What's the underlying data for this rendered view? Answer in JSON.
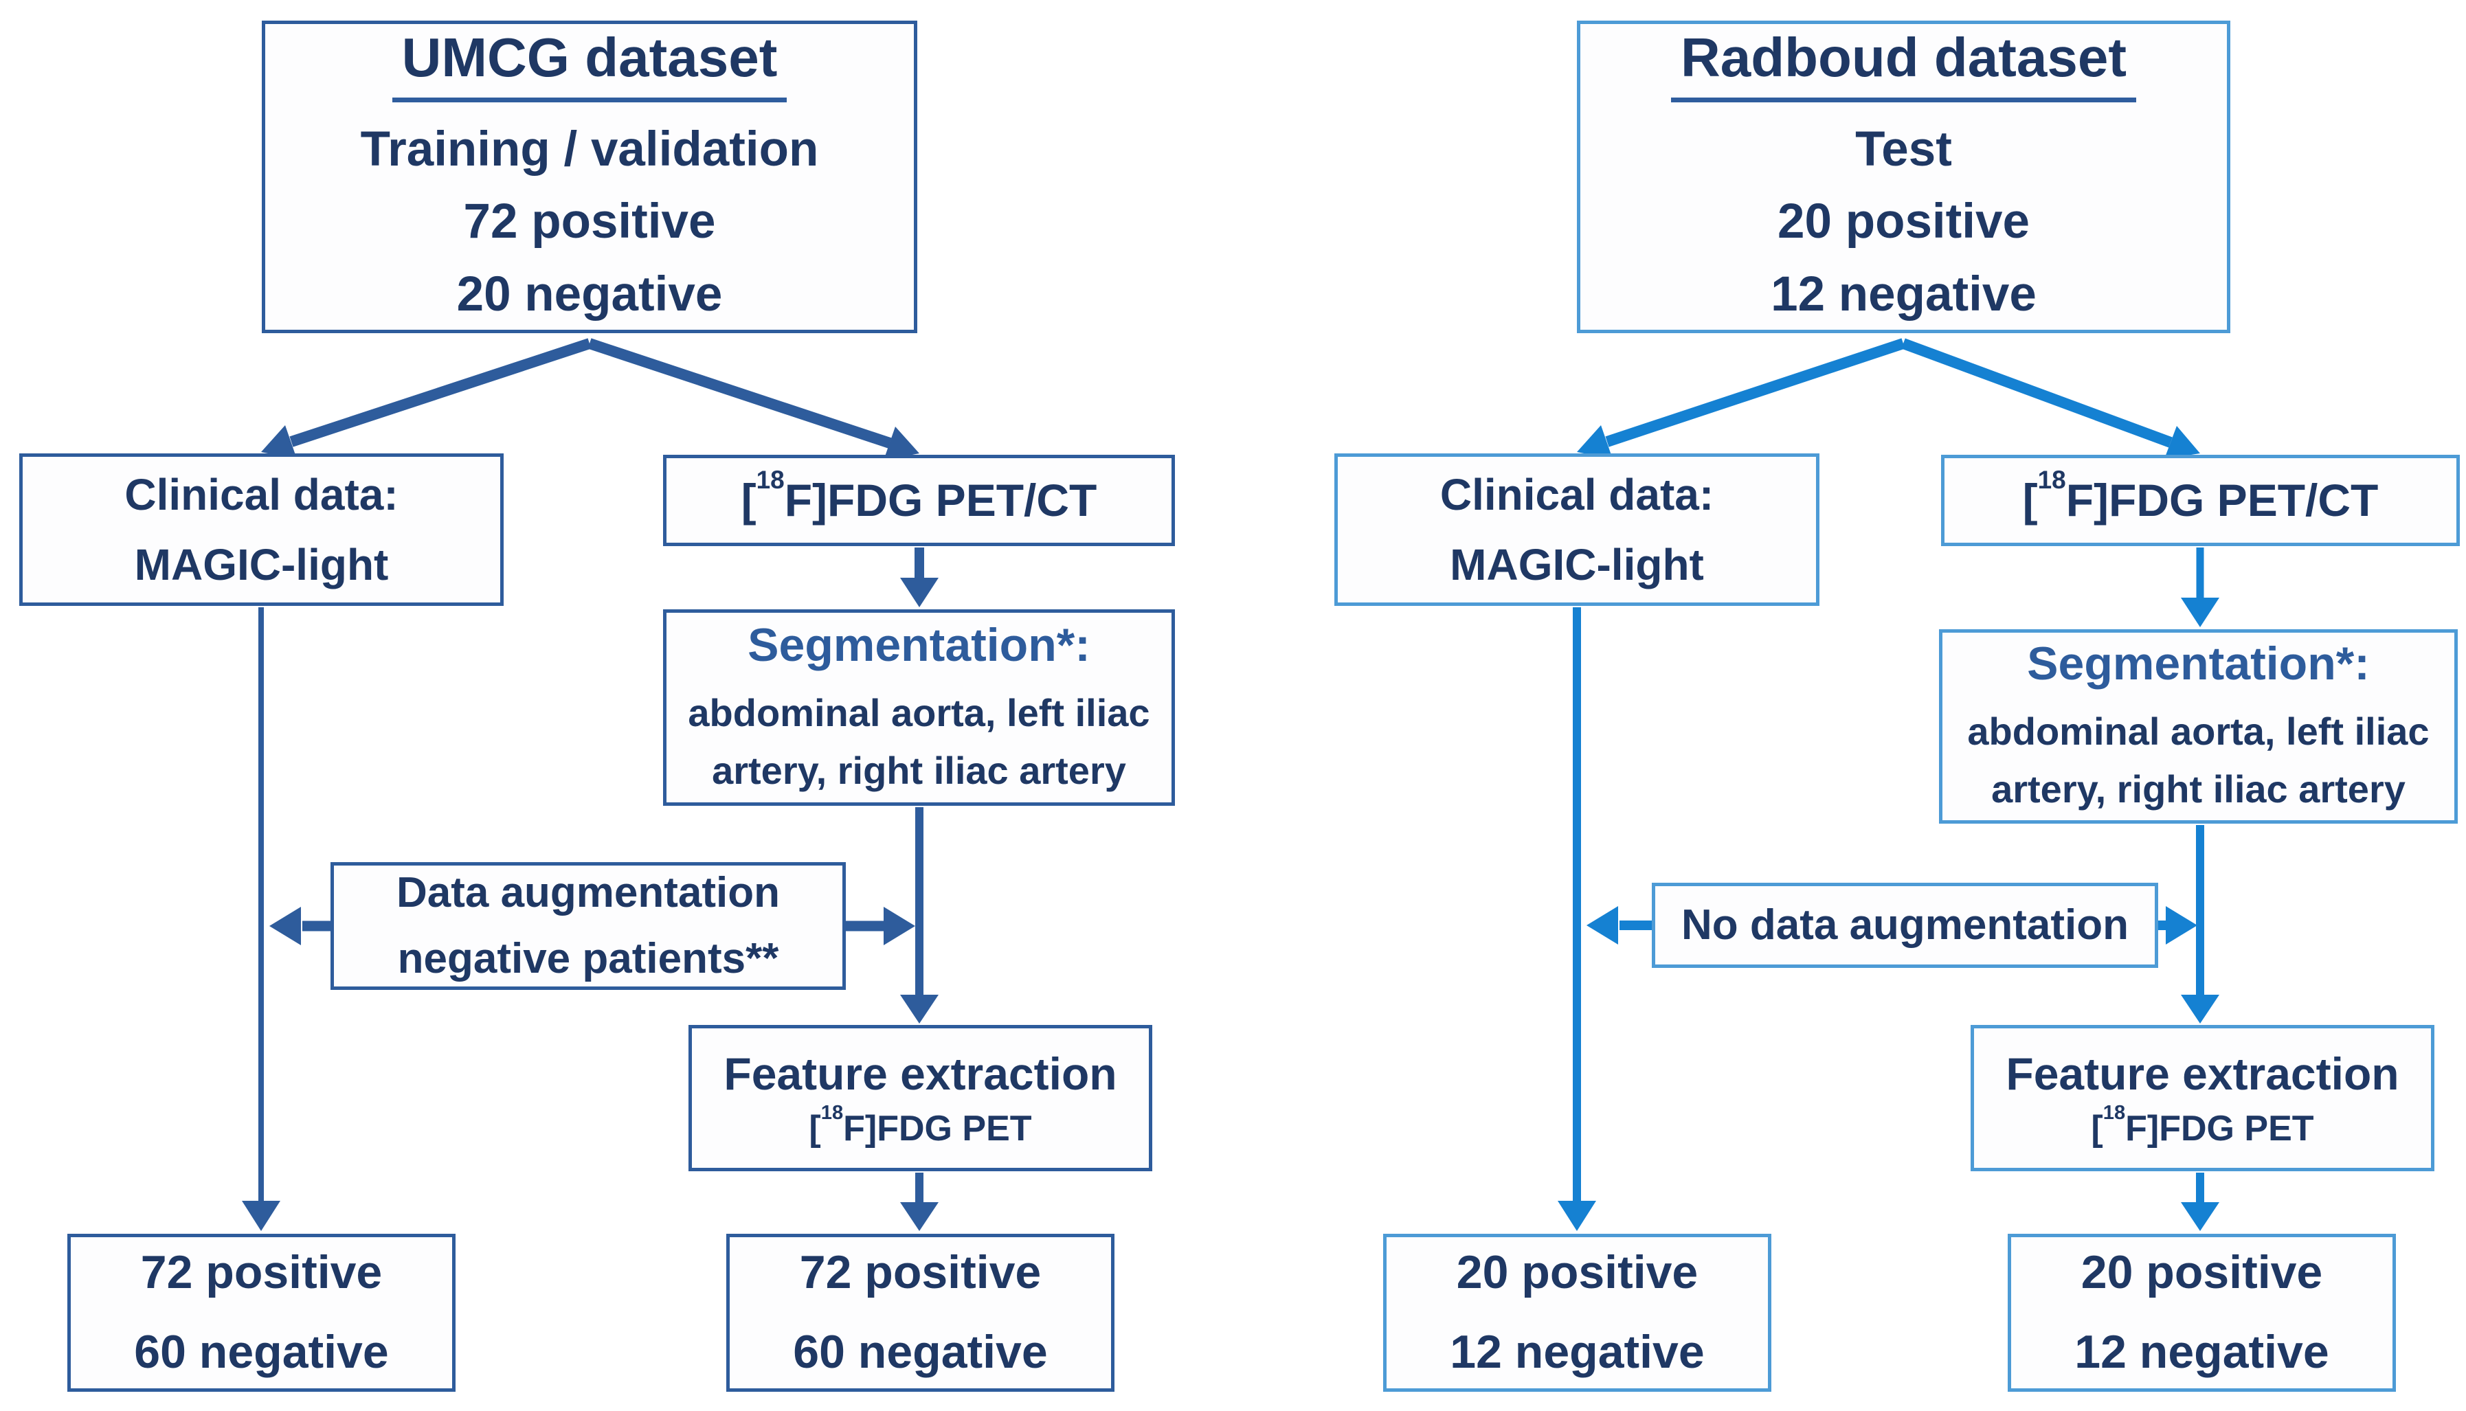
{
  "background": "#ffffff",
  "text_color": "#1F3864",
  "left": {
    "accent": "#2E5C9C",
    "dataset": {
      "title": "UMCG dataset",
      "subtitle": "Training / validation",
      "line2": "72 positive",
      "line3": "20 negative"
    },
    "clinical": {
      "line1": "Clinical data:",
      "line2": "MAGIC-light"
    },
    "pet": {
      "pre": "[",
      "sup": "18",
      "post": "F]FDG PET/CT"
    },
    "segmentation": {
      "heading": "Segmentation*:",
      "line1": "abdominal aorta, left iliac",
      "line2": "artery, right iliac artery"
    },
    "augmentation": {
      "line1": "Data augmentation",
      "line2": "negative patients**"
    },
    "feature": {
      "title": "Feature extraction",
      "pre": "[",
      "sup": "18",
      "post": "F]FDG PET"
    },
    "outcome_clinical": {
      "line1": "72 positive",
      "line2": "60 negative"
    },
    "outcome_imaging": {
      "line1": "72 positive",
      "line2": "60 negative"
    }
  },
  "right": {
    "accent": "#1581D2",
    "border": "#4D9BD6",
    "dataset": {
      "title": "Radboud dataset",
      "subtitle": "Test",
      "line2": "20 positive",
      "line3": "12 negative"
    },
    "clinical": {
      "line1": "Clinical data:",
      "line2": "MAGIC-light"
    },
    "pet": {
      "pre": "[",
      "sup": "18",
      "post": "F]FDG PET/CT"
    },
    "segmentation": {
      "heading": "Segmentation*:",
      "line1": "abdominal aorta, left iliac",
      "line2": "artery, right iliac artery"
    },
    "augmentation": {
      "line1": "No data augmentation"
    },
    "feature": {
      "title": "Feature extraction",
      "pre": "[",
      "sup": "18",
      "post": "F]FDG PET"
    },
    "outcome_clinical": {
      "line1": "20 positive",
      "line2": "12 negative"
    },
    "outcome_imaging": {
      "line1": "20 positive",
      "line2": "12 negative"
    }
  }
}
